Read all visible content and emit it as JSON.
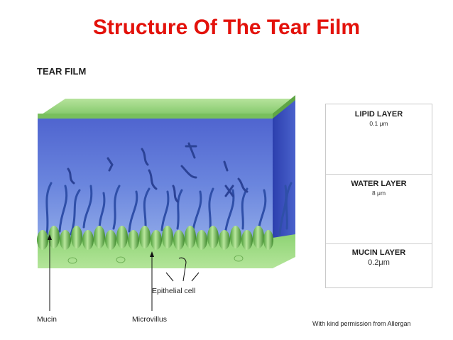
{
  "title": "Structure Of The Tear Film",
  "figure_label": "TEAR FILM",
  "layers": [
    {
      "name": "LIPID LAYER",
      "size": "0.1 μm"
    },
    {
      "name": "WATER LAYER",
      "size": "8 μm"
    },
    {
      "name": "MUCIN LAYER",
      "size": "0.2μm"
    }
  ],
  "callouts": {
    "epithelial": "Epithelial cell",
    "mucin": "Mucin",
    "microvillus": "Microvillus"
  },
  "credit": "With kind permission from Allergan",
  "colors": {
    "title": "#e3120b",
    "water": "#5d77d6",
    "water_deep": "#3b4fb8",
    "lipid": "#8fd078",
    "epithelium": "#7cc863",
    "mucin_strand": "#2f4fa8"
  }
}
